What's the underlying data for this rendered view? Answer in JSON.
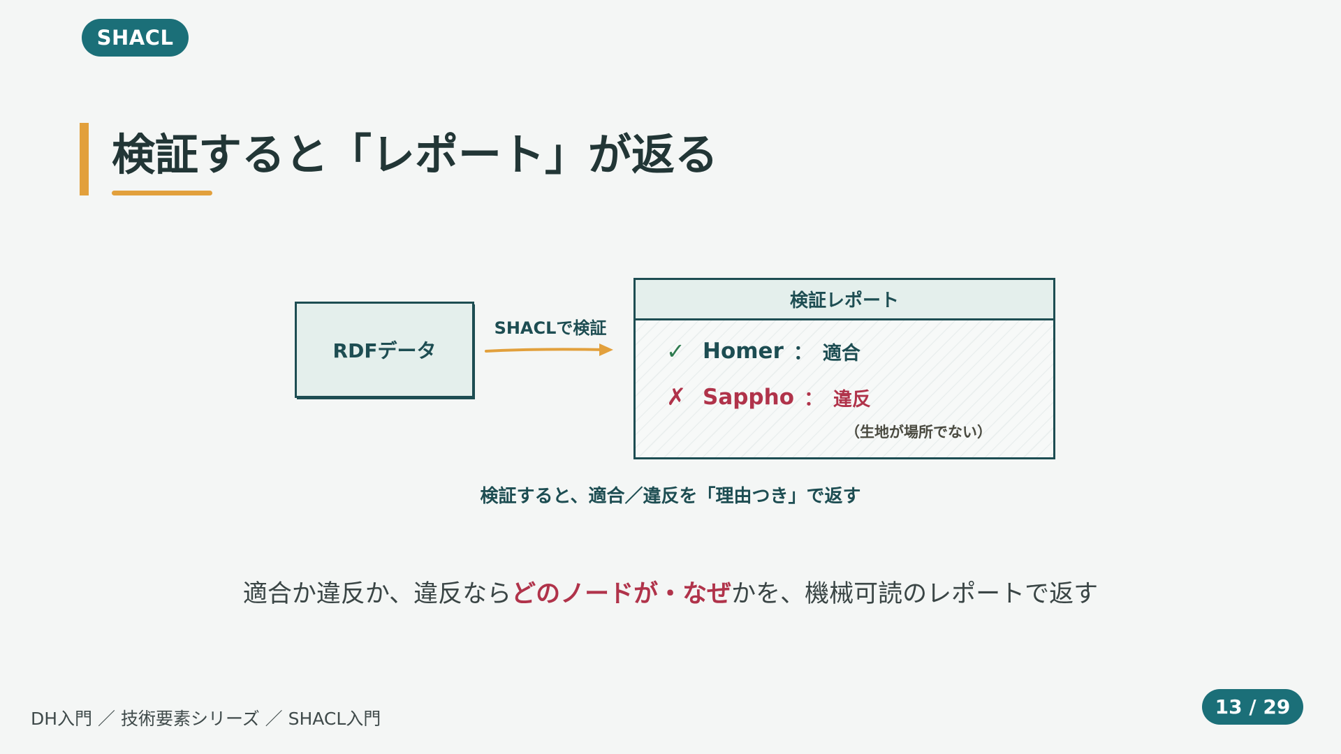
{
  "tag": "SHACL",
  "title": "検証すると「レポート」が返る",
  "colors": {
    "accent": "#e2a03c",
    "teal": "#1b6f78",
    "dark_teal": "#1d4d52",
    "violation": "#b0334a",
    "conform": "#2e7a4f",
    "background": "#f4f6f5"
  },
  "diagram": {
    "source_box": {
      "label": "RDFデータ"
    },
    "arrow_label": "SHACLで検証",
    "report": {
      "title": "検証レポート",
      "rows": [
        {
          "icon": "check-icon",
          "mark": "✓",
          "node": "Homer",
          "separator": "：",
          "verdict": "適合"
        },
        {
          "icon": "cross-icon",
          "mark": "✗",
          "node": "Sappho",
          "separator": "：",
          "verdict": "違反",
          "reason": "（生地が場所でない）"
        }
      ]
    },
    "caption": "検証すると、適合／違反を「理由つき」で返す"
  },
  "summary": {
    "before": "適合か違反か、違反なら",
    "emphasis": "どのノードが・なぜ",
    "after": "かを、機械可読のレポートで返す"
  },
  "footer": {
    "breadcrumb": "DH入門 ／ 技術要素シリーズ ／ SHACL入門",
    "page": "13 / 29"
  }
}
